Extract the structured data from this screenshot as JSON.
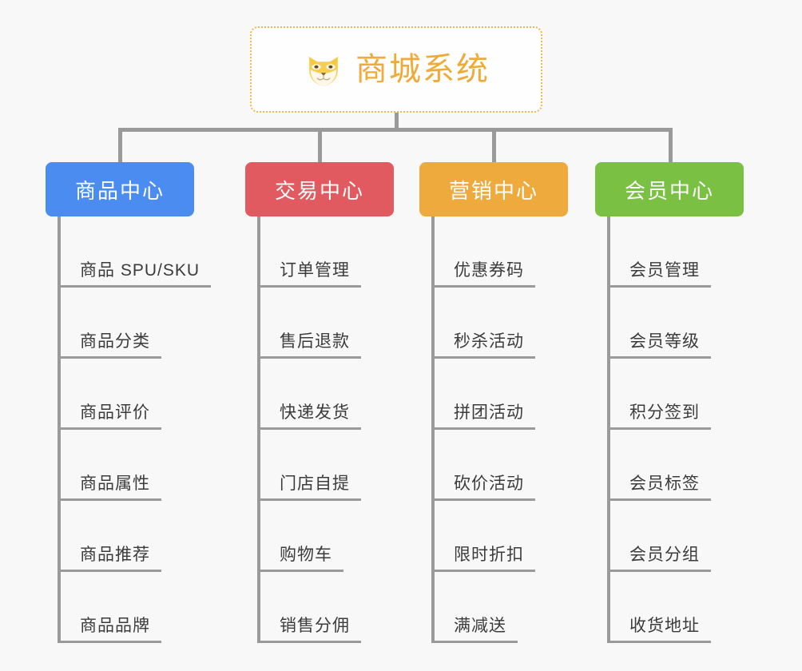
{
  "root": {
    "title": "商城系统",
    "icon": "shiba-dog-face-icon",
    "accent_color": "#eeab39",
    "border_color": "#f0b84a",
    "background": "#fefefe"
  },
  "canvas": {
    "background": "#f8f8f8",
    "connector_color": "#9a9a9a",
    "leaf_text_color": "#3b3b3b"
  },
  "columns": [
    {
      "title": "商品中心",
      "color": "#4a8cf0",
      "items": [
        "商品 SPU/SKU",
        "商品分类",
        "商品评价",
        "商品属性",
        "商品推荐",
        "商品品牌"
      ]
    },
    {
      "title": "交易中心",
      "color": "#e05a5f",
      "items": [
        "订单管理",
        "售后退款",
        "快递发货",
        "门店自提",
        "购物车",
        "销售分佣"
      ]
    },
    {
      "title": "营销中心",
      "color": "#eeaa3c",
      "items": [
        "优惠券码",
        "秒杀活动",
        "拼团活动",
        "砍价活动",
        "限时折扣",
        "满减送"
      ]
    },
    {
      "title": "会员中心",
      "color": "#7ac143",
      "items": [
        "会员管理",
        "会员等级",
        "积分签到",
        "会员标签",
        "会员分组",
        "收货地址"
      ]
    }
  ]
}
